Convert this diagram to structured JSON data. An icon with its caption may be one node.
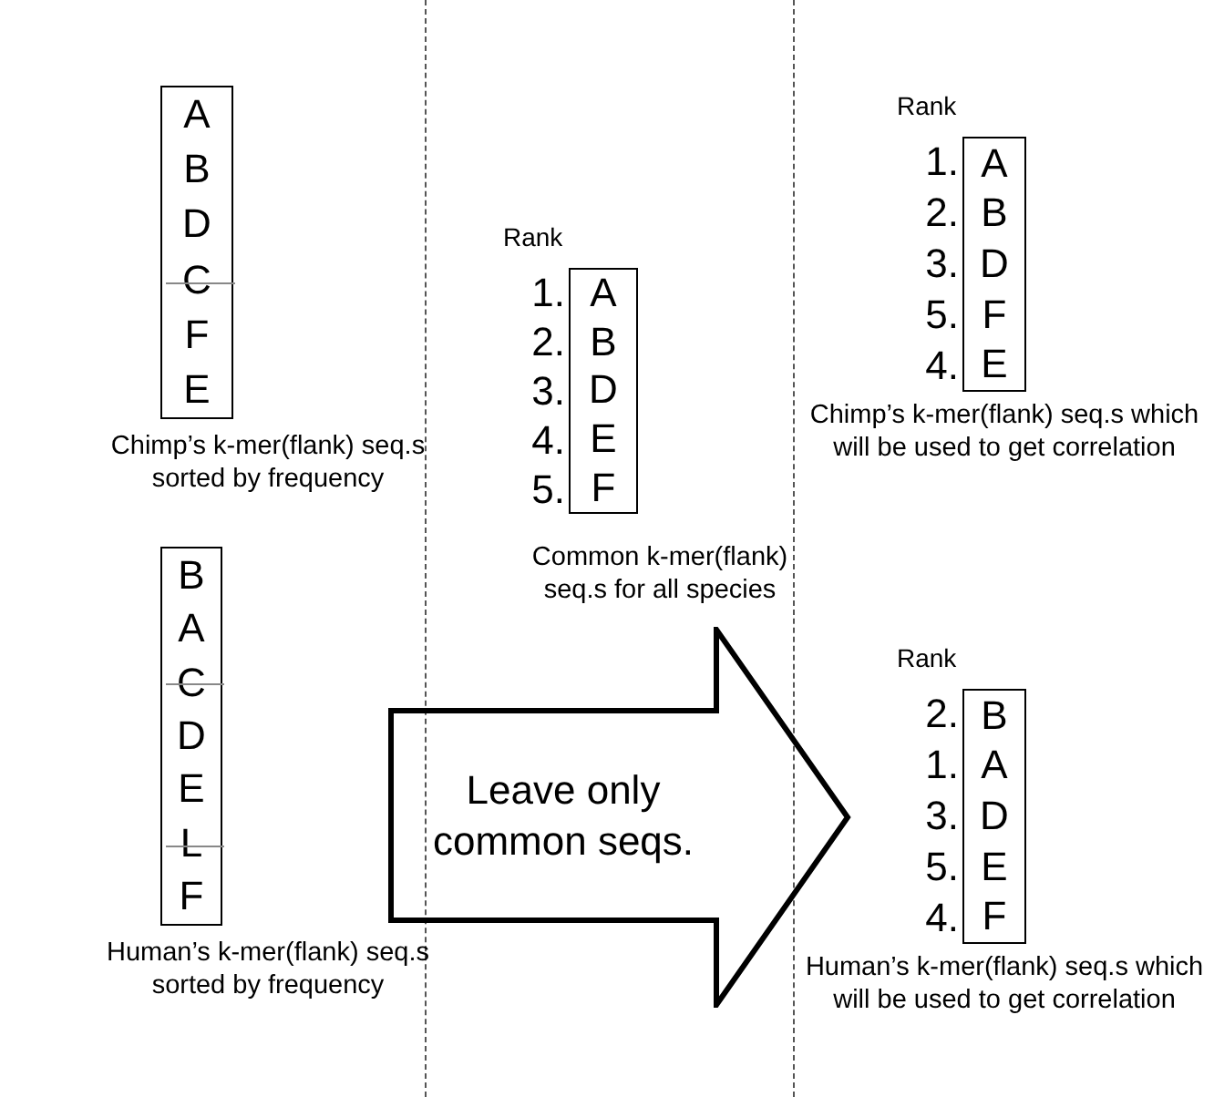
{
  "diagram": {
    "nodes": [
      {
        "text": [
          "A",
          "B",
          "D",
          "C",
          "F",
          "E"
        ],
        "beside": [
          "Chimp’s k-mer(flank) seq.s sorted by frequency"
        ]
      },
      {
        "text": [
          "A",
          "B",
          "D",
          "E",
          "F"
        ],
        "beside": [
          "Rank",
          "1.",
          "2.",
          "3.",
          "4.",
          "5.",
          "Common k-mer(flank) seq.s for all species"
        ]
      },
      {
        "text": [
          "A",
          "B",
          "D",
          "F",
          "E"
        ],
        "beside": [
          "Rank",
          "1.",
          "2.",
          "3.",
          "5.",
          "4.",
          "Chimp’s k-mer(flank) seq.s which will be used to get correlation"
        ]
      },
      {
        "text": [
          "B",
          "A",
          "C",
          "D",
          "E",
          "L",
          "F"
        ],
        "beside": [
          "Human’s k-mer(flank) seq.s sorted by frequency"
        ]
      },
      {
        "text": [
          "Leave only common seqs."
        ]
      },
      {
        "text": [
          "B",
          "A",
          "D",
          "E",
          "F"
        ],
        "beside": [
          "Rank",
          "2.",
          "1.",
          "3.",
          "5.",
          "4.",
          "Human’s k-mer(flank) seq.s which will be used to get correlation"
        ]
      }
    ]
  }
}
